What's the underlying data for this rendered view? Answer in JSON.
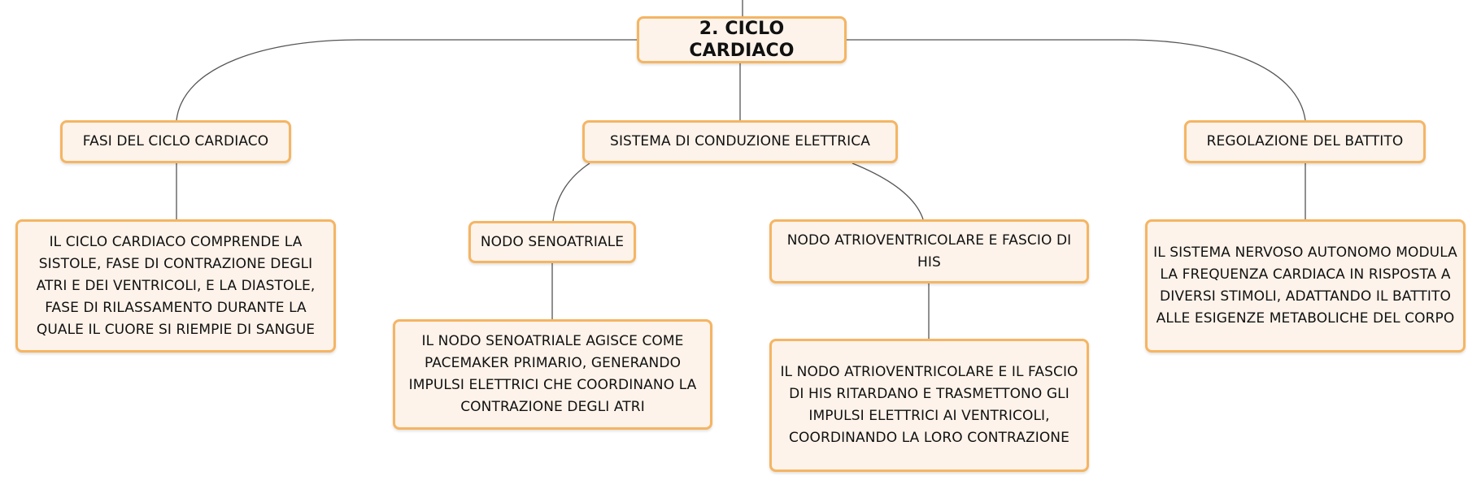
{
  "root": {
    "label": "2. CICLO CARDIACO"
  },
  "branches": {
    "fasi": {
      "label": "FASI DEL CICLO CARDIACO",
      "detail": "IL CICLO CARDIACO COMPRENDE LA SISTOLE, FASE DI CONTRAZIONE DEGLI ATRI E DEI VENTRICOLI, E LA DIASTOLE, FASE DI RILASSAMENTO DURANTE LA QUALE IL CUORE SI RIEMPIE DI SANGUE"
    },
    "conduzione": {
      "label": "SISTEMA DI CONDUZIONE ELETTRICA",
      "children": {
        "sa": {
          "label": "NODO SENOATRIALE",
          "detail": "IL NODO SENOATRIALE AGISCE COME PACEMAKER PRIMARIO, GENERANDO IMPULSI ELETTRICI CHE COORDINANO LA CONTRAZIONE DEGLI ATRI"
        },
        "av": {
          "label": "NODO ATRIOVENTRICOLARE E FASCIO DI HIS",
          "detail": "IL NODO ATRIOVENTRICOLARE E IL FASCIO DI HIS RITARDANO E TRASMETTONO GLI IMPULSI ELETTRICI AI VENTRICOLI, COORDINANDO LA LORO CONTRAZIONE"
        }
      }
    },
    "regolazione": {
      "label": "REGOLAZIONE DEL BATTITO",
      "detail": "IL SISTEMA NERVOSO AUTONOMO MODULA LA FREQUENZA CARDIACA IN RISPOSTA A DIVERSI STIMOLI, ADATTANDO IL BATTITO ALLE ESIGENZE METABOLICHE DEL CORPO"
    }
  },
  "colors": {
    "node_border": "#f5b563",
    "node_fill": "#fdf3ea",
    "link": "#555555"
  }
}
